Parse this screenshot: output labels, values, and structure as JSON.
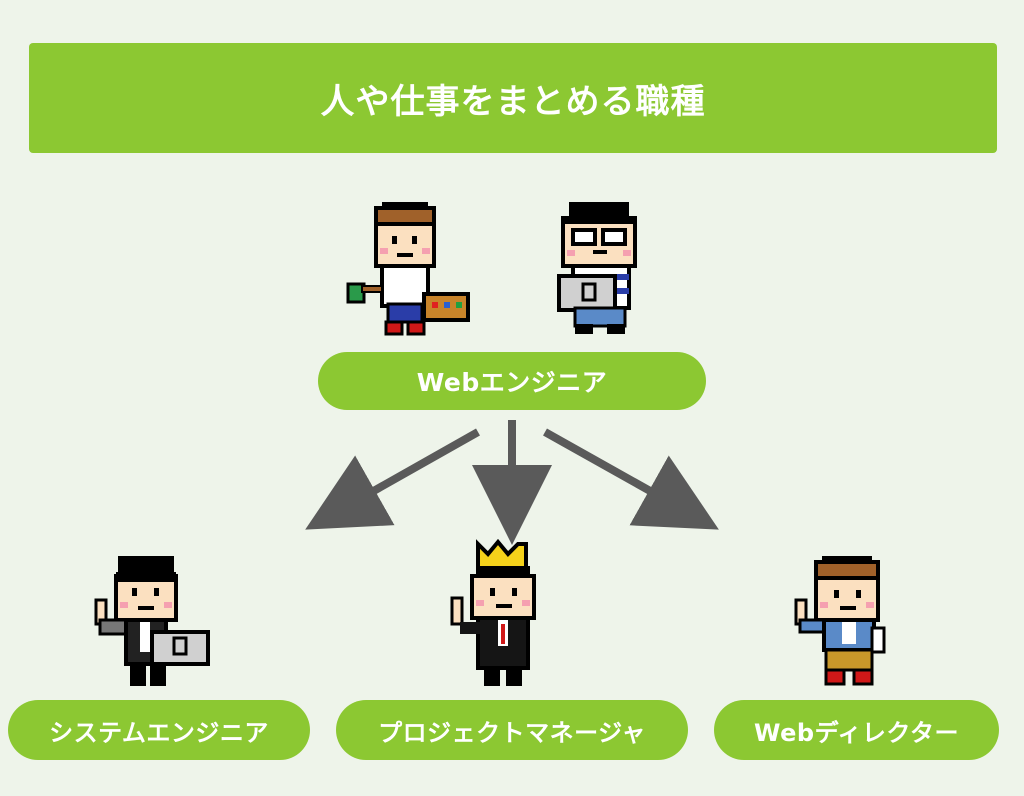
{
  "title": "人や仕事をまとめる職種",
  "top_role": "Webエンジニア",
  "roles": [
    {
      "label": "システムエンジニア"
    },
    {
      "label": "プロジェクトマネージャ"
    },
    {
      "label": "Webディレクター"
    }
  ],
  "colors": {
    "background": "#eef4ea",
    "accent": "#8cc832",
    "arrow": "#5a5a5a",
    "text_on_accent": "#ffffff"
  }
}
